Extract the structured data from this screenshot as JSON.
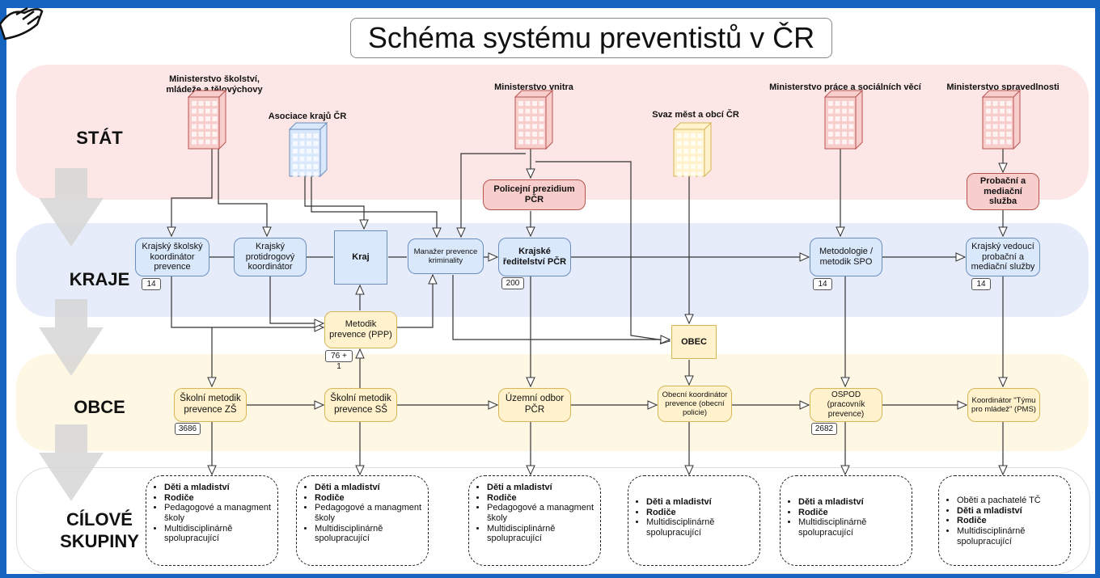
{
  "title": "Schéma systému preventistů v ČR",
  "levels": {
    "stat": "STÁT",
    "kraje": "KRAJE",
    "obce": "OBCE",
    "cilove_1": "CÍLOVÉ",
    "cilove_2": "SKUPINY"
  },
  "ministries": {
    "msmt_1": "Ministerstvo školství,",
    "msmt_2": "mládeže a tělovýchovy",
    "akcr": "Asociace krajů ČR",
    "mv": "Ministerstvo vnitra",
    "smo": "Svaz měst a obcí ČR",
    "mpsv": "Ministerstvo práce a sociálních věcí",
    "msp": "Ministerstvo spravedlnosti"
  },
  "boxes": {
    "policejni_prezidium": "Policejní prezidium PČR",
    "probacni_sluzba": "Probační a mediační služba",
    "krajsky_skolsky": "Krajský školský koordinátor prevence",
    "krajsky_protidrogovy": "Krajský protidrogový koordinátor",
    "kraj": "Kraj",
    "manazer": "Manažer prevence kriminality",
    "krajske_reditelstvi": "Krajské ředitelství PČR",
    "metodologie_spo": "Metodologie / metodik SPO",
    "krajsky_vedouci_pms": "Krajský vedoucí probační a mediační služby",
    "metodik_ppp": "Metodik prevence (PPP)",
    "obec": "OBEC",
    "skolni_zs": "Školní metodik prevence ZŠ",
    "skolni_ss": "Školní metodik prevence SŠ",
    "uzemni_odbor": "Územní odbor PČR",
    "obecni_koordinator": "Obecní koordinátor prevence (obecní policie)",
    "ospod": "OSPOD (pracovník prevence)",
    "koordinator_tpm": "Koordinátor \"Týmu pro mládež\" (PMS)"
  },
  "badges": {
    "krajsky_skolsky": "14",
    "krajske_reditelstvi": "200",
    "metodologie_spo": "14",
    "krajsky_vedouci_pms": "14",
    "metodik_ppp": "76 + 1",
    "skolni_zs": "3686",
    "ospod": "2682"
  },
  "targets": {
    "t1": [
      "Děti a mladiství",
      "Rodiče",
      "Pedagogové a managment školy",
      "Multidisciplinárně spolupracující"
    ],
    "t2": [
      "Děti a mladiství",
      "Rodiče",
      "Pedagogové a managment školy",
      "Multidisciplinárně spolupracující"
    ],
    "t3": [
      "Děti a mladiství",
      "Rodiče",
      "Pedagogové a managment školy",
      "Multidisciplinárně spolupracující"
    ],
    "t4": [
      "Děti a mladiství",
      "Rodiče",
      "Multidisciplinárně spolupracující"
    ],
    "t5": [
      "Děti a mladiství",
      "Rodiče",
      "Multidisciplinárně spolupracující"
    ],
    "t6": [
      "Oběti a pachatelé TČ",
      "Děti a mladiství",
      "Rodiče",
      "Multidisciplinárně spolupracující"
    ]
  },
  "colors": {
    "blue_fill": "#dae8fc",
    "blue_stroke": "#6c8ebf",
    "yellow_fill": "#fff2cc",
    "yellow_stroke": "#d6b656",
    "red_fill": "#f8cecc",
    "red_stroke": "#b85450",
    "frame": "#1565c0"
  }
}
